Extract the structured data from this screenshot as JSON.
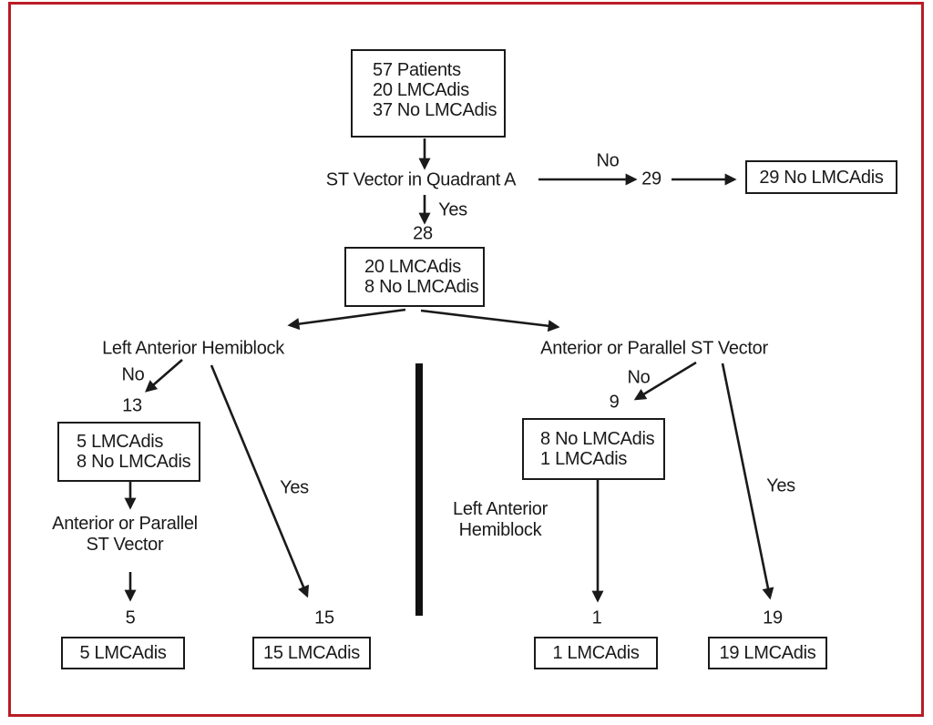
{
  "figure": {
    "type": "decision-tree-flowchart",
    "colors": {
      "frame_border": "#b91c26",
      "ink": "#1a1a1a",
      "background": "#ffffff"
    }
  },
  "root_box": {
    "line1": "57 Patients",
    "line2": "20 LMCAdis",
    "line3": "37 No LMCAdis"
  },
  "decision_top": {
    "label": "ST Vector in Quadrant A",
    "no_label": "No",
    "no_count": "29",
    "no_result_box": "29 No LMCAdis",
    "yes_label": "Yes",
    "yes_count": "28"
  },
  "quadrant_box": {
    "line1": "20 LMCAdis",
    "line2": "8 No LMCAdis"
  },
  "left_branch": {
    "title": "Left Anterior Hemiblock",
    "no_label": "No",
    "no_count": "13",
    "no_box_line1": "5 LMCAdis",
    "no_box_line2": "8 No LMCAdis",
    "sub_decision_line1": "Anterior or Parallel",
    "sub_decision_line2": "ST Vector",
    "sub_count": "5",
    "sub_result_box": "5 LMCAdis",
    "yes_label": "Yes",
    "yes_count": "15",
    "yes_result_box": "15 LMCAdis"
  },
  "right_branch": {
    "title": "Anterior or Parallel ST Vector",
    "no_label": "No",
    "no_count": "9",
    "no_box_line1": "8 No LMCAdis",
    "no_box_line2": "1 LMCAdis",
    "sub_decision_line1": "Left Anterior",
    "sub_decision_line2": "Hemiblock",
    "sub_count": "1",
    "sub_result_box": "1 LMCAdis",
    "yes_label": "Yes",
    "yes_count": "19",
    "yes_result_box": "19 LMCAdis"
  }
}
